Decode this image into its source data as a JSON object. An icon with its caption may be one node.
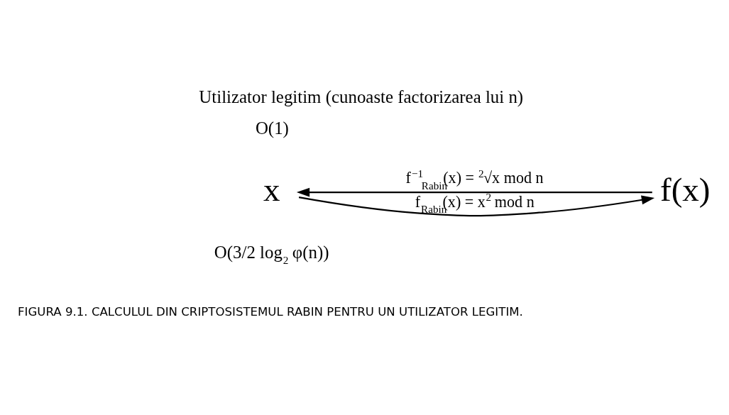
{
  "diagram": {
    "title": "Utilizator legitim (cunoaste factorizarea lui n)",
    "caption": "FIGURA 9.1. CALCULUL DIN CRIPTOSISTEMUL RABIN PENTRU UN UTILIZATOR LEGITIM.",
    "nodes": [
      {
        "text": [
          "x"
        ]
      },
      {
        "text": [
          "f(x)"
        ]
      }
    ],
    "edges": [
      {
        "from": 0,
        "to": 1,
        "arrow": "to",
        "label": "f$_{Rabin}$(x) = x$^{2}$ mod n"
      },
      {
        "from": 1,
        "to": 0,
        "arrow": "to",
        "label": "f$^{−1}$$_{Rabin}$(x) = $^{2}$√x mod n"
      }
    ],
    "labels": [
      "O(1)",
      "O(3/2 log$_{2}$ φ(n))"
    ]
  }
}
